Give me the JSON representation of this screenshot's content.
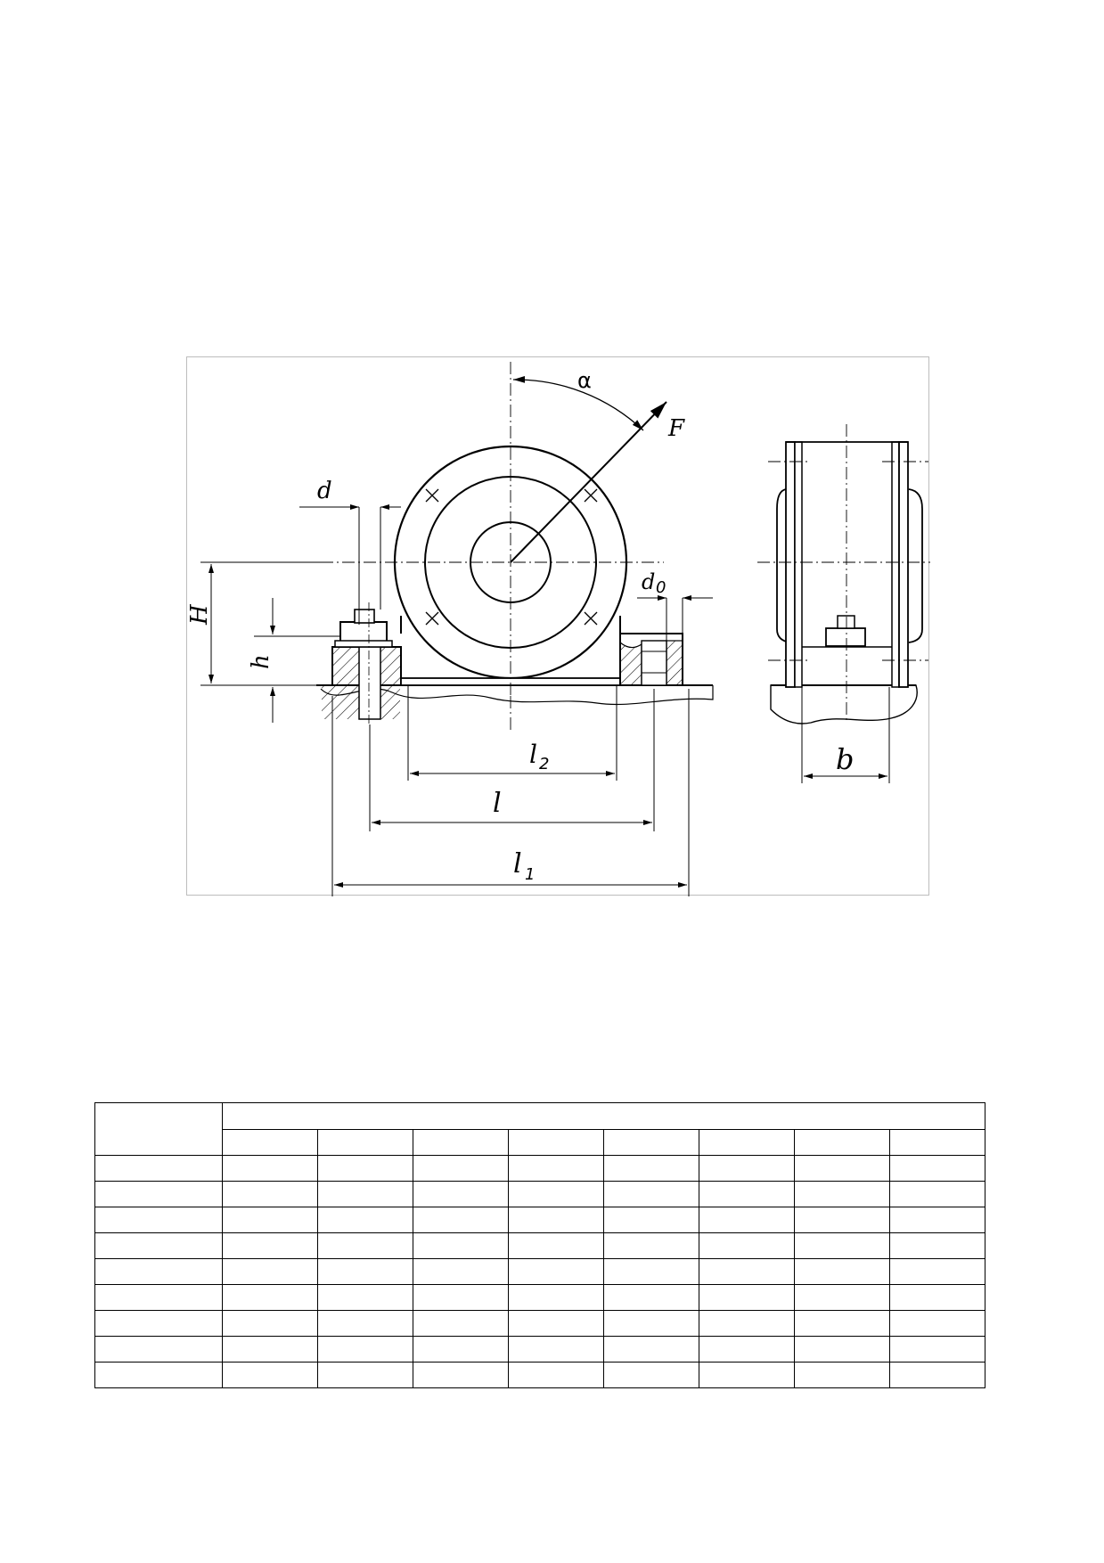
{
  "drawing": {
    "labels": {
      "alpha": "α",
      "force": "F",
      "bolt_diameter": "d",
      "hole_diameter": "d",
      "hole_diameter_sub": "0",
      "height_total": "H",
      "height_base": "h",
      "length_bolt_spacing": "l",
      "length_base": "l",
      "length_base_sub": "2",
      "length_total": "l",
      "length_total_sub": "1",
      "width": "b"
    }
  },
  "table": {
    "value_columns": 8,
    "body_rows": 9,
    "cells": []
  }
}
